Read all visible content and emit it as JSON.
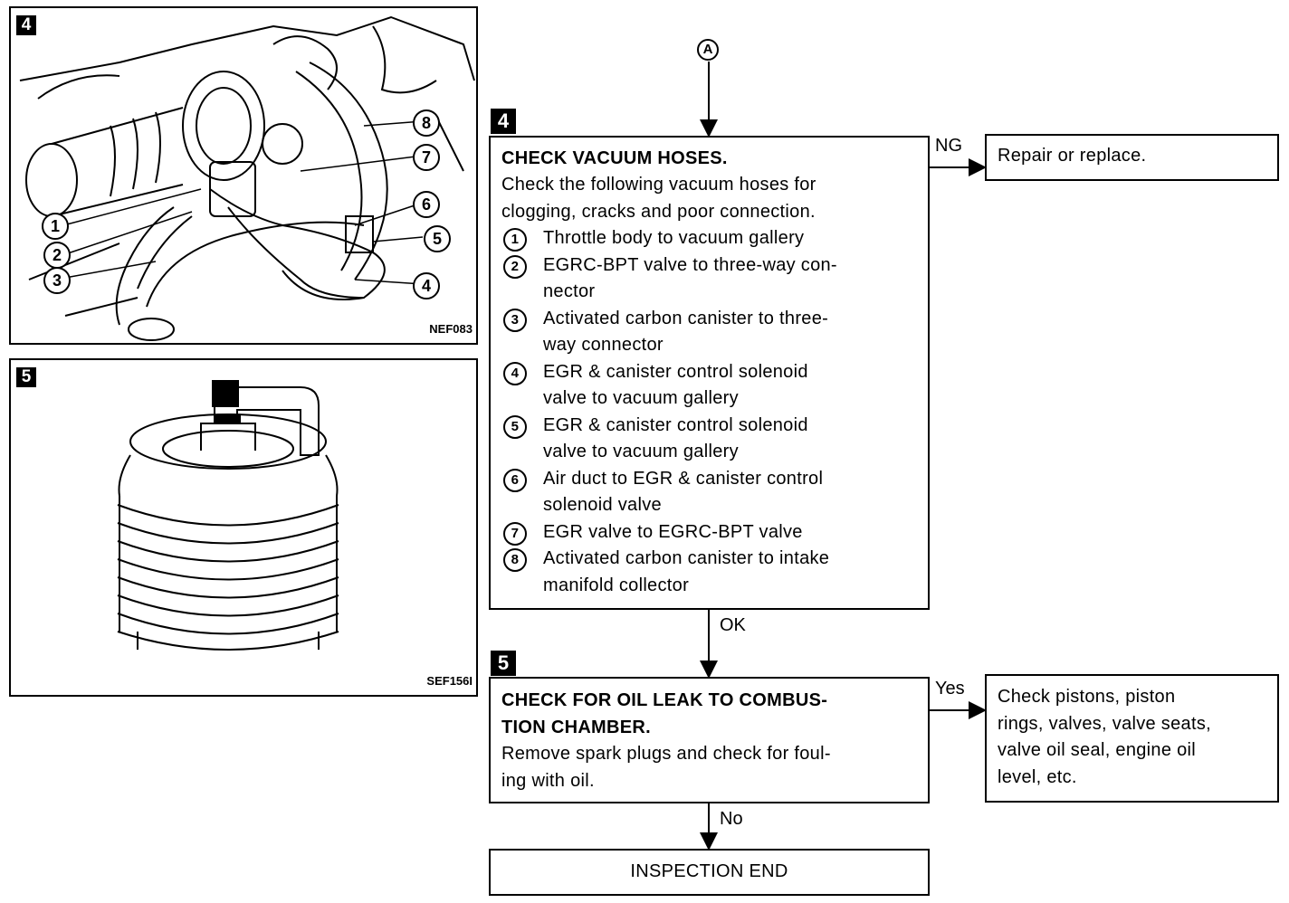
{
  "figures": [
    {
      "tag": "4",
      "code": "NEF083",
      "callouts": [
        "1",
        "2",
        "3",
        "4",
        "5",
        "6",
        "7",
        "8"
      ]
    },
    {
      "tag": "5",
      "code": "SEF156I"
    }
  ],
  "connector": "A",
  "step4": {
    "number": "4",
    "title": "CHECK VACUUM HOSES.",
    "intro_lines": [
      "Check the following vacuum hoses for",
      "clogging, cracks and poor connection."
    ],
    "items": [
      {
        "num": "1",
        "lines": [
          "Throttle body to vacuum gallery"
        ]
      },
      {
        "num": "2",
        "lines": [
          "EGRC-BPT valve to three-way con-",
          "nector"
        ]
      },
      {
        "num": "3",
        "lines": [
          "Activated carbon canister to three-",
          "way connector"
        ]
      },
      {
        "num": "4",
        "lines": [
          "EGR & canister control solenoid",
          "valve to vacuum gallery"
        ]
      },
      {
        "num": "5",
        "lines": [
          "EGR & canister control solenoid",
          "valve to vacuum gallery"
        ]
      },
      {
        "num": "6",
        "lines": [
          "Air duct to EGR & canister control",
          "solenoid valve"
        ]
      },
      {
        "num": "7",
        "lines": [
          "EGR valve to EGRC-BPT valve"
        ]
      },
      {
        "num": "8",
        "lines": [
          "Activated carbon canister to intake",
          "manifold collector"
        ]
      }
    ],
    "ng_label": "NG",
    "ng_result": "Repair or replace.",
    "ok_label": "OK"
  },
  "step5": {
    "number": "5",
    "title_lines": [
      "CHECK FOR OIL LEAK TO COMBUS-",
      "TION CHAMBER."
    ],
    "text_lines": [
      "Remove spark plugs and check for foul-",
      "ing with oil."
    ],
    "yes_label": "Yes",
    "yes_result_lines": [
      "Check pistons, piston",
      "rings, valves, valve seats,",
      "valve oil seal, engine oil",
      "level, etc."
    ],
    "no_label": "No"
  },
  "end_label": "INSPECTION END"
}
